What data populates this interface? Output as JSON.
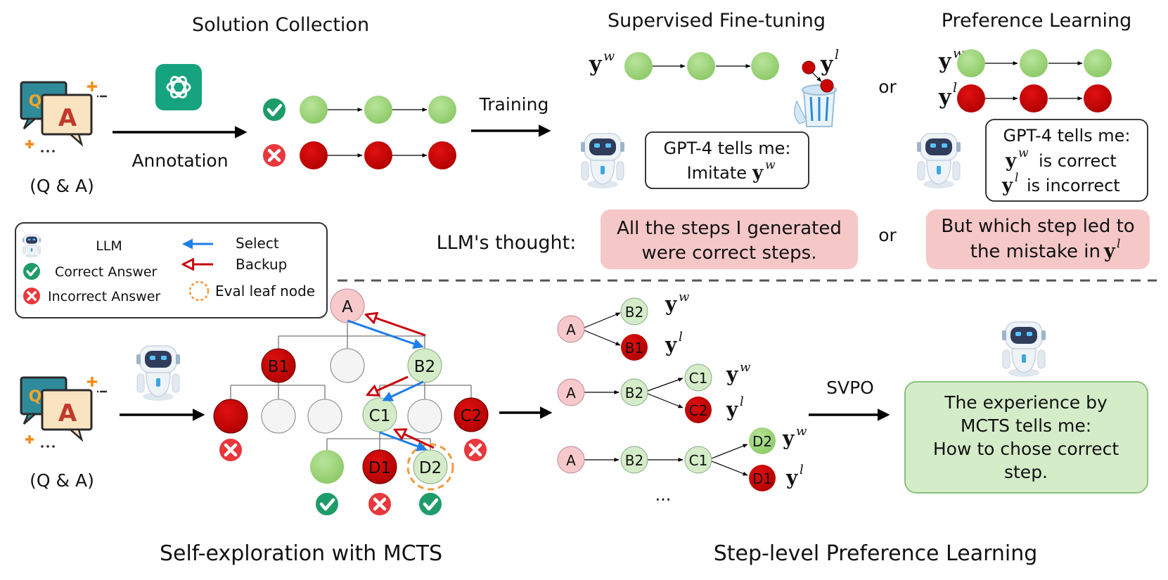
{
  "sections": {
    "solution_collection": "Solution Collection",
    "supervised": "Supervised Fine-tuning",
    "preference": "Preference Learning",
    "self_exploration": "Self-exploration with MCTS",
    "step_level": "Step-level Preference Learning"
  },
  "labels": {
    "qa": "(Q & A)",
    "annotation": "Annotation",
    "training": "Training",
    "or": "or",
    "llm_thought": "LLM's thought:",
    "svpo": "SVPO",
    "ellipsis": "...",
    "q_letter": "Q",
    "a_letter": "A",
    "y": "y",
    "w": "w",
    "l": "l"
  },
  "bubbles": {
    "sft_line1": "GPT-4 tells me:",
    "sft_line2": "Imitate",
    "pref_line1": "GPT-4 tells me:",
    "pref_line2": "is correct",
    "pref_line3": "is incorrect",
    "thought_sft_line1": "All the steps I generated",
    "thought_sft_line2": "were correct steps.",
    "thought_pref_line1": "But which step led to",
    "thought_pref_line2": "the mistake in",
    "svpo_line1": "The experience by",
    "svpo_line2": "MCTS tells me:",
    "svpo_line3": "How to chose correct",
    "svpo_line4": "step."
  },
  "legend": {
    "llm": "LLM",
    "correct": "Correct Answer",
    "incorrect": "Incorrect Answer",
    "select": "Select",
    "backup": "Backup",
    "eval": "Eval leaf node"
  },
  "tree": {
    "root": "A",
    "b1": "B1",
    "b2": "B2",
    "c1": "C1",
    "c2": "C2",
    "d1": "D1",
    "d2": "D2"
  },
  "colors": {
    "green_fill": "#9fd47a",
    "red_fill": "#cc0000",
    "pink_fill": "#f7c9cb",
    "light_green": "#d4ecc8",
    "thought_bg": "#f6c7c7",
    "svpo_bg": "#d5ecc9",
    "select_arrow": "#1f7ee8",
    "backup_arrow": "#c8000b"
  }
}
